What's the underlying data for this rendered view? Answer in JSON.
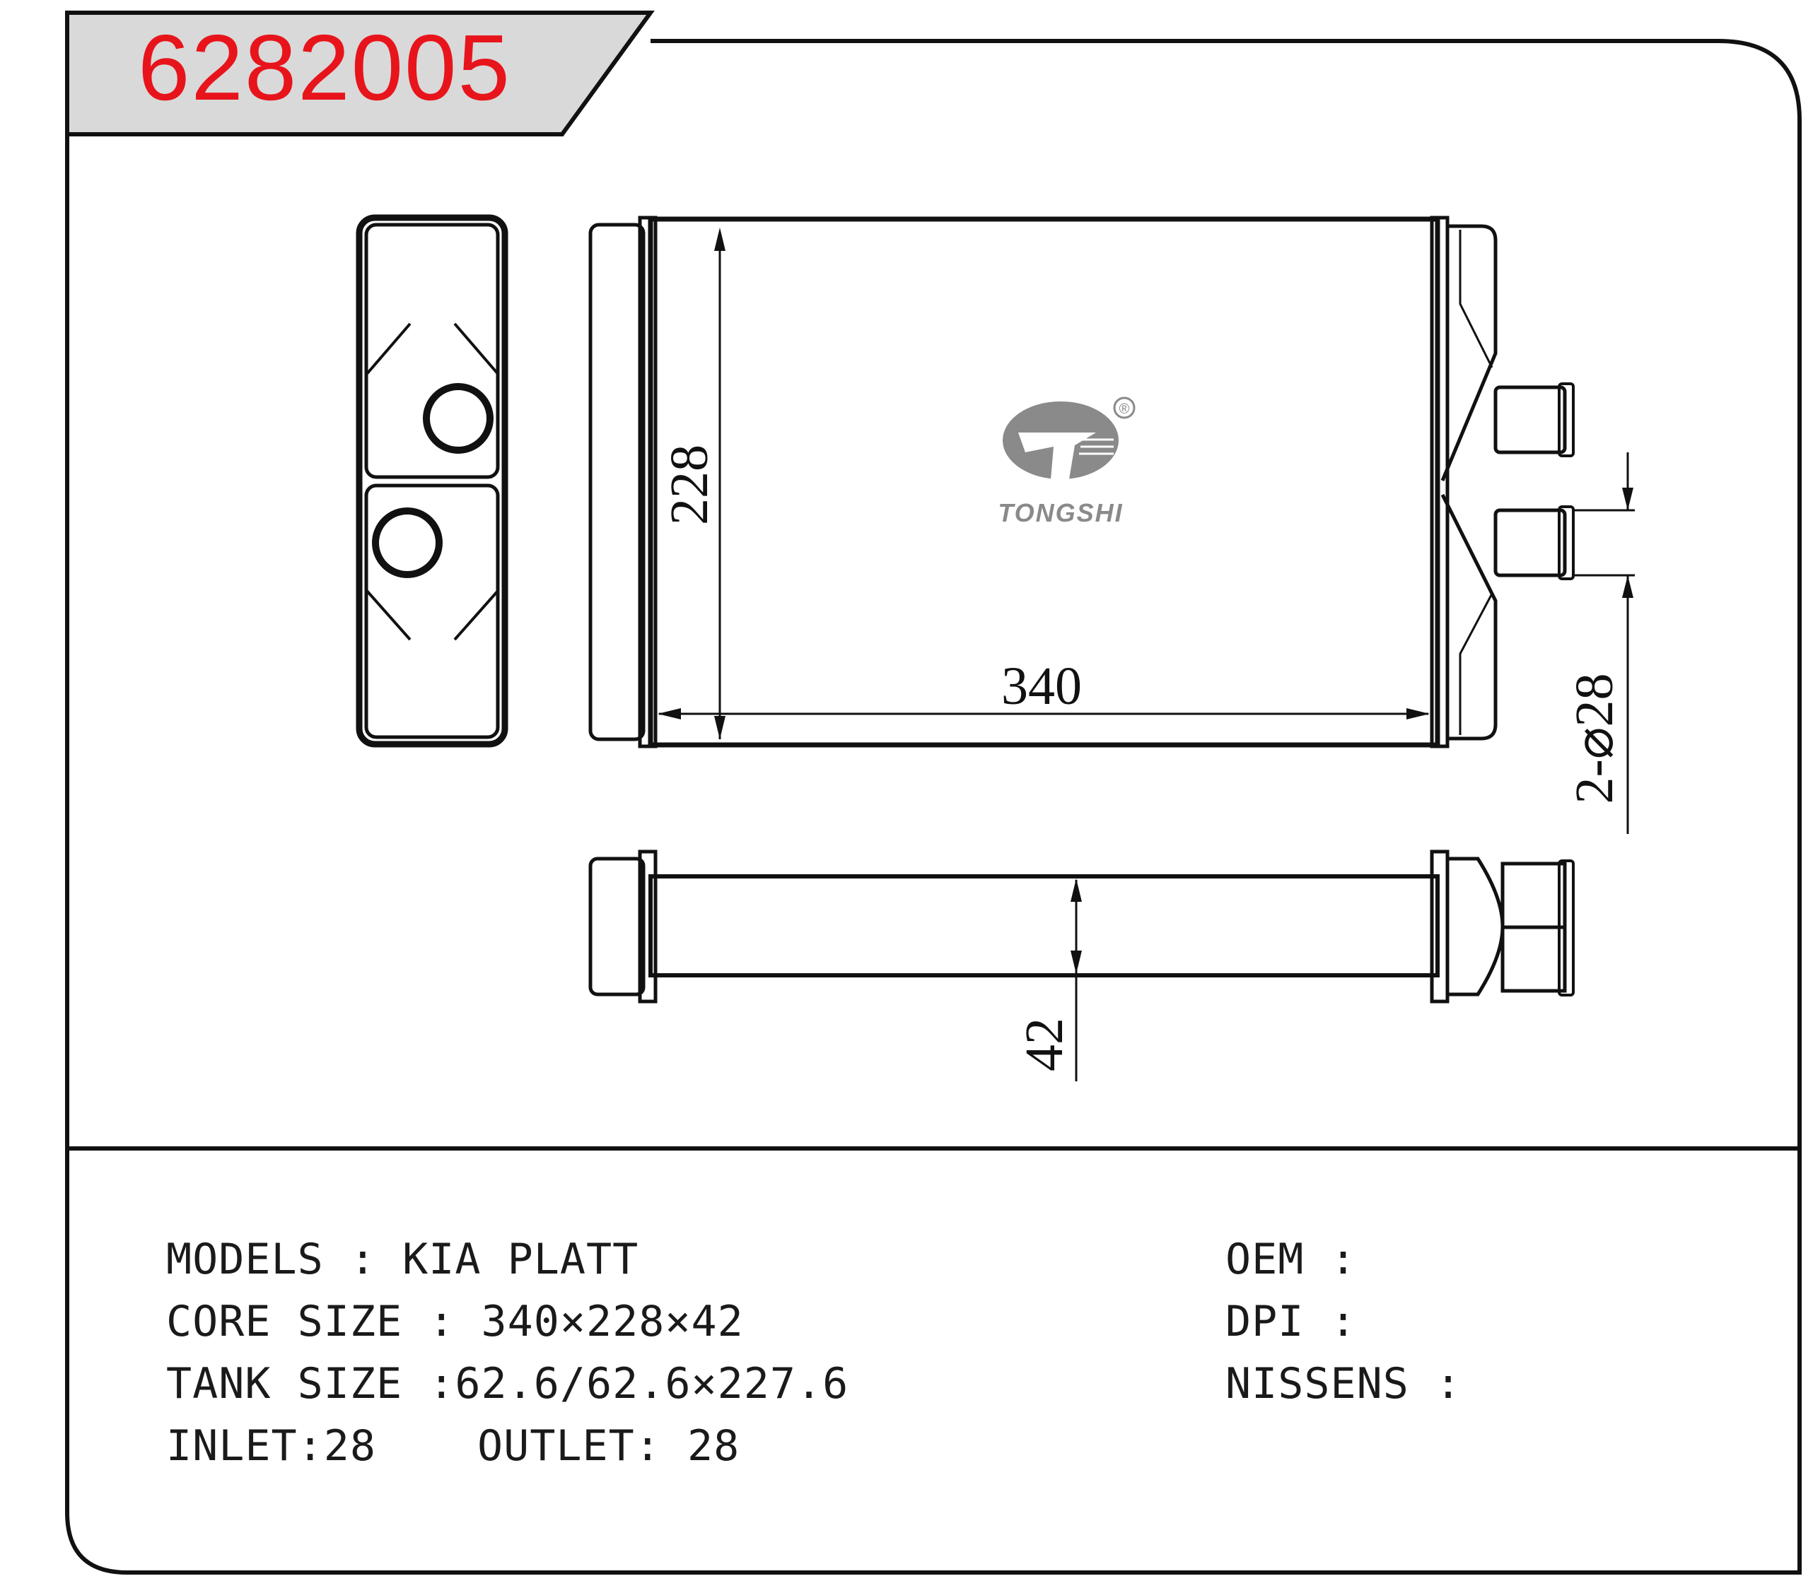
{
  "part_number": "6282005",
  "brand": {
    "name": "TONGSHI",
    "registered_mark": "®"
  },
  "dimensions": {
    "height": "228",
    "length": "340",
    "thickness": "42",
    "pipe": "2-⌀28"
  },
  "specs": {
    "models_label": "MODELS",
    "models_value": "KIA PLATT",
    "core_label": "CORE SIZE",
    "core_value": "340×228×42",
    "tank_label": "TANK SIZE",
    "tank_value": "62.6/62.6×227.6",
    "inlet_label": "INLET",
    "inlet_value": "28",
    "outlet_label": "OUTLET",
    "outlet_value": "28",
    "oem_label": "OEM",
    "oem_value": "",
    "dpi_label": "DPI",
    "dpi_value": "",
    "nissens_label": "NISSENS",
    "nissens_value": ""
  },
  "colors": {
    "part_number": "#e8141b",
    "line": "#111111",
    "logo": "#8a8a8a"
  }
}
